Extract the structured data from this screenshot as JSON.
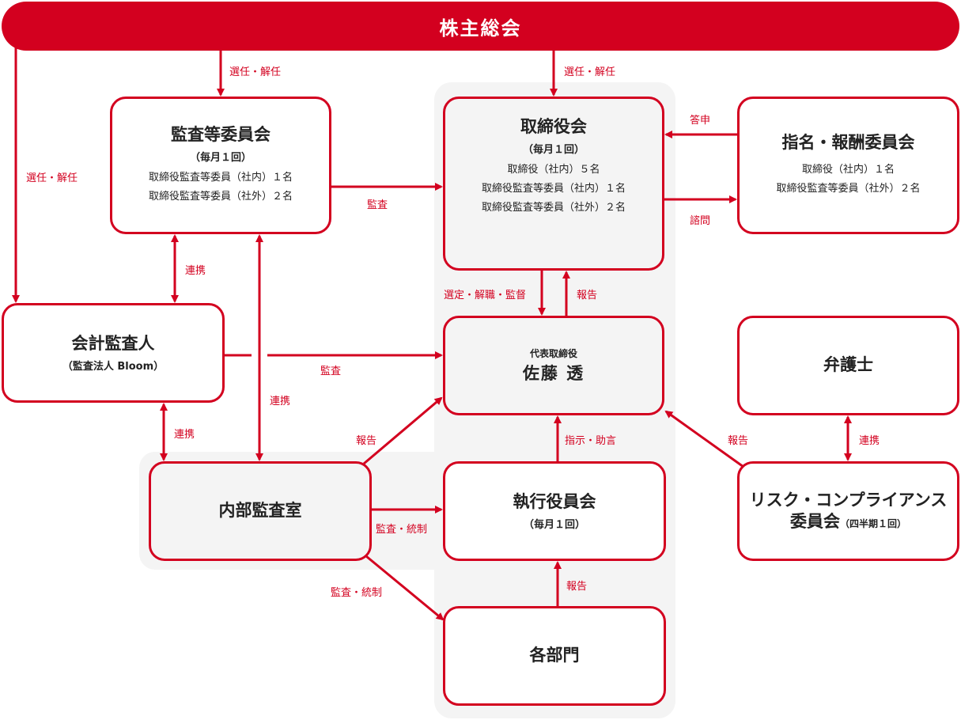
{
  "shareholders": "株主総会",
  "audit_committee": {
    "title": "監査等委員会",
    "freq": "（毎月１回）",
    "lines": [
      "取締役監査等委員（社内）１名",
      "取締役監査等委員（社外）２名"
    ]
  },
  "board": {
    "title": "取締役会",
    "freq": "（毎月１回）",
    "lines": [
      "取締役（社内）５名",
      "取締役監査等委員（社内）１名",
      "取締役監査等委員（社外）２名"
    ]
  },
  "nomination": {
    "title": "指名・報酬委員会",
    "lines": [
      "取締役（社内）１名",
      "取締役監査等委員（社外）２名"
    ]
  },
  "accounting_auditor": {
    "title": "会計監査人",
    "sub": "（監査法人 Bloom）"
  },
  "ceo": {
    "role": "代表取締役",
    "name": "佐藤 透"
  },
  "lawyer": {
    "title": "弁護士"
  },
  "internal_audit": {
    "title": "内部監査室"
  },
  "exec_committee": {
    "title": "執行役員会",
    "freq": "（毎月１回）"
  },
  "risk_committee": {
    "title1": "リスク・コンプライアンス",
    "title2": "委員会",
    "freq": "（四半期１回）"
  },
  "departments": {
    "title": "各部門"
  },
  "labels": {
    "appoint_dismiss": "選任・解任",
    "audit": "監査",
    "cooperation": "連携",
    "report": "報告",
    "answer": "答申",
    "consult": "諮問",
    "select_dismiss_supervise": "選定・解職・監督",
    "instruct_advise": "指示・助言",
    "audit_control": "監査・統制"
  },
  "colors": {
    "accent": "#d3001f",
    "band": "#f4f4f4"
  }
}
